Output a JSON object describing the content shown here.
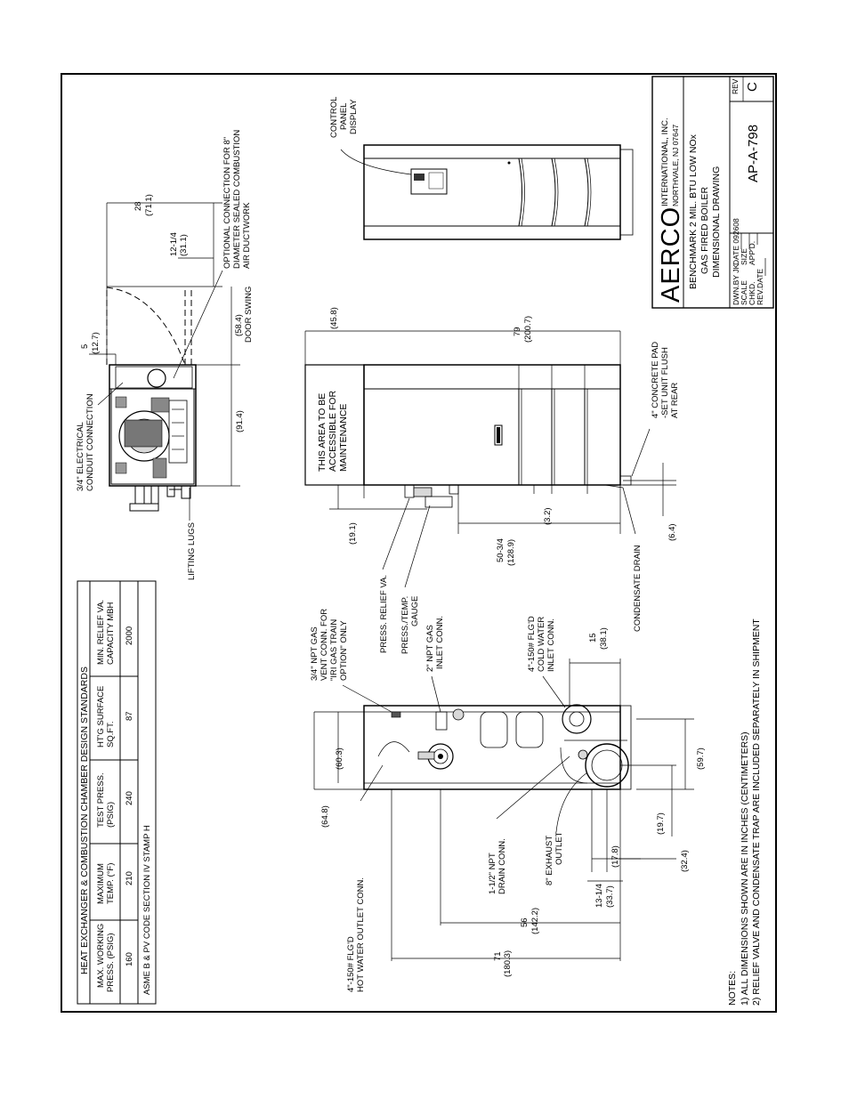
{
  "title_block": {
    "company": "AERCO",
    "company_line1": "INTERNATIONAL, INC.",
    "company_line2": "NORTHVALE, NJ   07647",
    "description": [
      "BENCHMARK 2 MIL. BTU LOW NOx",
      "GAS FIRED BOILER",
      "DIMENSIONAL DRAWING"
    ],
    "drawn_by": "DWN.BY  JK",
    "date": "DATE  092608",
    "scale": "SCALE",
    "size": "SIZE",
    "checked": "CHKD.",
    "approved": "APP'D.",
    "rev_date": "REV.DATE",
    "drawing_number": "AP-A-798",
    "rev_label": "REV",
    "rev": "C"
  },
  "design_table": {
    "title": "HEAT EXCHANGER & COMBUSTION CHAMBER DESIGN STANDARDS",
    "headers": [
      [
        "MAX. WORKING",
        "PRESS. (PSIG)"
      ],
      [
        "MAXIMUM",
        "TEMP. (°F)"
      ],
      [
        "TEST PRESS.",
        "(PSIG)"
      ],
      [
        "HT'G SURFACE",
        "SQ.FT."
      ],
      [
        "MIN. RELIEF VA.",
        "CAPACITY MBH"
      ]
    ],
    "values": [
      "160",
      "210",
      "240",
      "87",
      "2000"
    ],
    "footer": "ASME B & PV CODE SECTION IV STAMP H"
  },
  "notes": {
    "heading": "NOTES:",
    "items": [
      "1) ALL DIMENSIONS SHOWN ARE IN INCHES (CENTIMETERS)",
      "2) RELIEF VALVE AND CONDENSATE TRAP ARE INCLUDED SEPARATELY IN SHIPMENT"
    ]
  },
  "top_view": {
    "label_electrical": [
      "3/4\" ELECTRICAL",
      "CONDUIT CONNECTION"
    ],
    "label_lifting": "LIFTING LUGS",
    "label_optional": [
      "OPTIONAL CONNECTION FOR 8\"",
      "DIAMETER SEALED COMBUSTION",
      "AIR DUCTWORK"
    ],
    "label_door_swing": [
      "(58.4)",
      "DOOR SWING"
    ],
    "dim_28": [
      "28",
      "(71.1)"
    ],
    "dim_12": [
      "12-1/4",
      "(31.1)"
    ],
    "dim_5": [
      "5",
      "(12.7)"
    ],
    "dim_914": "(91.4)"
  },
  "side_view": {
    "access_box": [
      "THIS AREA TO BE",
      "ACCESSIBLE FOR",
      "MAINTENANCE"
    ],
    "dim_458": "(45.8)",
    "dim_79": [
      "79",
      "(200.7)"
    ],
    "concrete_pad": [
      "4\" CONCRETE PAD",
      "-SET UNIT FLUSH",
      "AT REAR"
    ],
    "dim_191": "(19.1)",
    "dim_32": "(3.2)",
    "dim_50": [
      "50-3/4",
      "(128.9)"
    ],
    "dim_64": "(6.4)",
    "condensate_drain": "CONDENSATE DRAIN",
    "relief_va": "PRESS. RELIEF VA.",
    "press_gauge": [
      "PRESS./TEMP.",
      "GAUGE"
    ]
  },
  "front_view": {
    "vent_conn": [
      "3/4\" NPT GAS",
      "VENT CONN. FOR",
      "\"IRI GAS TRAIN",
      "OPTION\" ONLY"
    ],
    "gas_inlet": [
      "2\" NPT GAS",
      "INLET CONN."
    ],
    "cold_water": [
      "4\"-150# FLG'D",
      "COLD WATER",
      "INLET CONN."
    ],
    "dim_15": [
      "15",
      "(38.1)"
    ],
    "dim_603": "(60.3)",
    "dim_648": "(64.8)",
    "dim_597": "(59.7)",
    "hot_water": [
      "4\"-150# FLG'D",
      "HOT WATER OUTLET CONN."
    ],
    "drain_conn": [
      "1-1/2\" NPT",
      "DRAIN CONN."
    ],
    "exhaust": [
      "8\" EXHAUST",
      "OUTLET"
    ],
    "dim_197": "(19.7)",
    "dim_178": "(17.8)",
    "dim_324": "(32.4)",
    "dim_13": [
      "13-1/4",
      "(33.7)"
    ],
    "dim_56": [
      "56",
      "(142.2)"
    ],
    "dim_71": [
      "71",
      "(180.3)"
    ]
  },
  "control_panel": [
    "CONTROL",
    "PANEL",
    "DISPLAY"
  ]
}
